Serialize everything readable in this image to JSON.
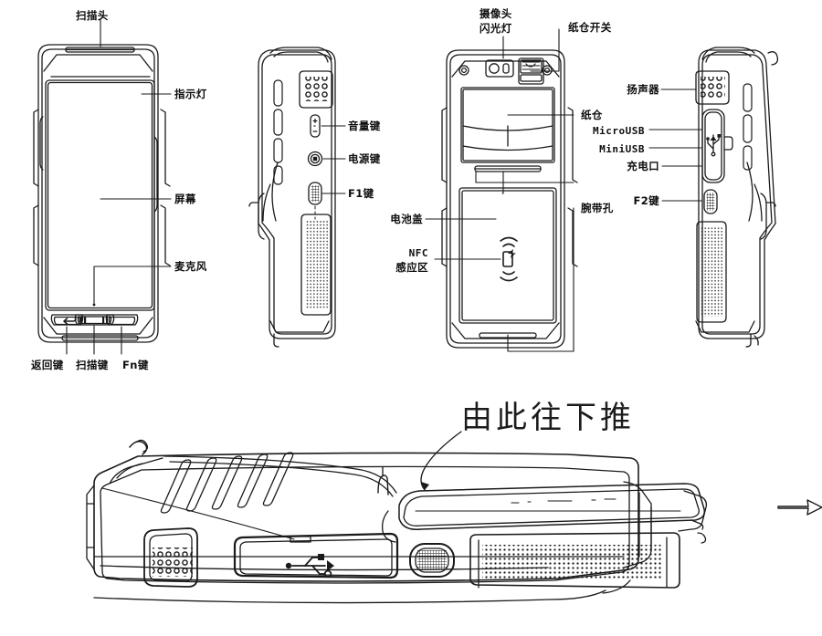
{
  "document": {
    "type": "product-component-diagram",
    "title": "手持终端部件示意图"
  },
  "views": [
    {
      "id": "front",
      "name": "front-view",
      "labels": [
        {
          "key": "scan_head",
          "text": "扫描头"
        },
        {
          "key": "indicator",
          "text": "指示灯"
        },
        {
          "key": "screen",
          "text": "屏幕"
        },
        {
          "key": "microphone",
          "text": "麦克风"
        },
        {
          "key": "back_key",
          "text": "返回键"
        },
        {
          "key": "scan_key",
          "text": "扫描键"
        },
        {
          "key": "fn_key",
          "text": "Fn键"
        }
      ],
      "button_glyphs": {
        "back": "back-arrow-icon",
        "scan": "SCAN",
        "fn": "Fn"
      }
    },
    {
      "id": "left-side",
      "name": "left-side-view",
      "labels": [
        {
          "key": "volume_key",
          "text": "音量键"
        },
        {
          "key": "power_key",
          "text": "电源键"
        },
        {
          "key": "f1_key",
          "text": "F1键"
        }
      ]
    },
    {
      "id": "back",
      "name": "back-view",
      "labels": [
        {
          "key": "camera",
          "text": "摄像头"
        },
        {
          "key": "flash",
          "text": "闪光灯"
        },
        {
          "key": "paper_switch",
          "text": "纸仓开关"
        },
        {
          "key": "paper_bin",
          "text": "纸仓"
        },
        {
          "key": "strap_hole",
          "text": "腕带孔"
        },
        {
          "key": "battery_cover",
          "text": "电池盖"
        },
        {
          "key": "nfc_line1",
          "text": "NFC"
        },
        {
          "key": "nfc_line2",
          "text": "感应区"
        }
      ]
    },
    {
      "id": "right-side",
      "name": "right-side-view",
      "labels": [
        {
          "key": "speaker",
          "text": "扬声器"
        },
        {
          "key": "micro_usb",
          "text": "MicroUSB"
        },
        {
          "key": "mini_usb",
          "text": "MiniUSB"
        },
        {
          "key": "charge_port",
          "text": "充电口"
        },
        {
          "key": "f2_key",
          "text": "F2键"
        }
      ]
    },
    {
      "id": "bottom",
      "name": "bottom-detail-view",
      "headline": "由此往下推",
      "icons": [
        "usb-icon",
        "push-arrow-icon",
        "direction-arrow-icon"
      ]
    }
  ],
  "colors": {
    "line": "#1a1a1a",
    "label_text": "#0d0d0d",
    "headline_text": "#1c1c1c",
    "background": "#ffffff",
    "leader_line": "#2a2a2a"
  }
}
